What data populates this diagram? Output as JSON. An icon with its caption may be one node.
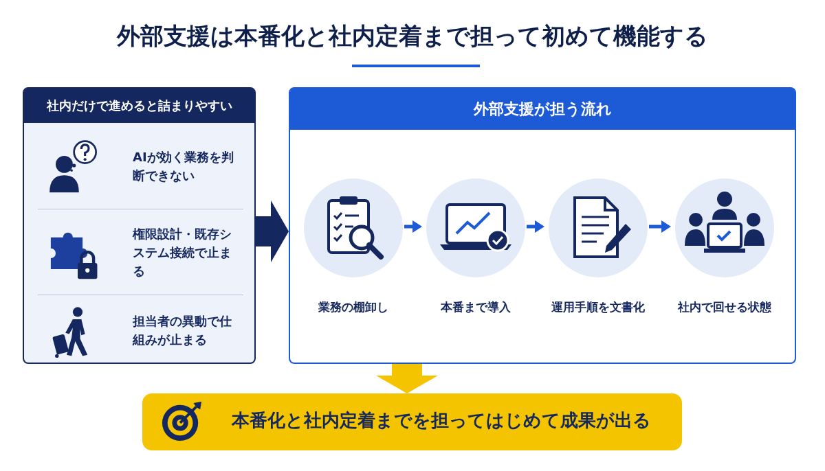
{
  "diagram": {
    "title": "外部支援は本番化と社内定着まで担って初めて機能する",
    "nodes": [
      {
        "text": [
          "社内だけで進めると詰まりやすい"
        ]
      },
      {
        "text": [
          "AIが効く業務を判断できない"
        ],
        "in": 0
      },
      {
        "text": [
          "権限設計・既存システム接続で止まる"
        ],
        "in": 0
      },
      {
        "text": [
          "担当者の異動で仕組みが止まる"
        ],
        "in": 0
      },
      {
        "text": [
          "外部支援が担う流れ"
        ]
      },
      {
        "text": [
          "業務の棚卸し"
        ],
        "in": 4
      },
      {
        "text": [
          "本番まで導入"
        ],
        "in": 4
      },
      {
        "text": [
          "運用手順を文書化"
        ],
        "in": 4
      },
      {
        "text": [
          "社内で回せる状態"
        ],
        "in": 4
      },
      {
        "text": [
          "本番化と社内定着までを担ってはじめて成果が出る"
        ]
      }
    ],
    "edges": [
      {
        "from": 0,
        "to": 4,
        "arrow": "to",
        "style": "thick",
        "color": "#14275e"
      },
      {
        "from": 5,
        "to": 6,
        "arrow": "to"
      },
      {
        "from": 6,
        "to": 7,
        "arrow": "to"
      },
      {
        "from": 7,
        "to": 8,
        "arrow": "to"
      },
      {
        "from": 4,
        "to": 9,
        "arrow": "to",
        "style": "thick",
        "color": "#f5c400"
      }
    ]
  }
}
